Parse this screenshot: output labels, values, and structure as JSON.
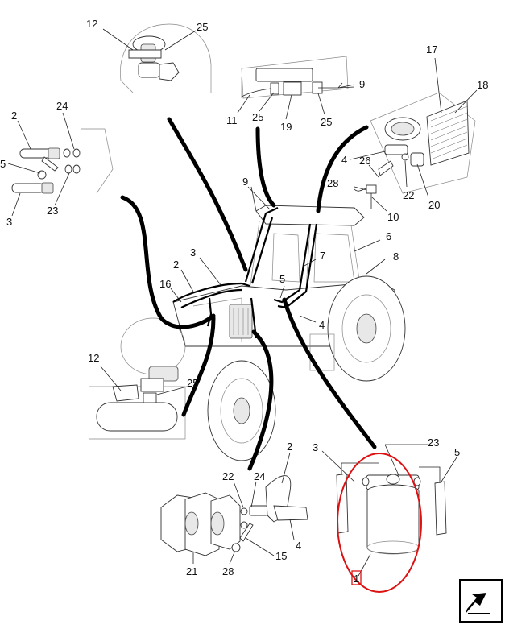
{
  "callouts": {
    "c12a": "12",
    "c25a": "25",
    "c9a": "9",
    "c11": "11",
    "c25b": "25",
    "c19": "19",
    "c25c": "25",
    "c17": "17",
    "c18": "18",
    "c2a": "2",
    "c24a": "24",
    "c5a": "5",
    "c3a": "3",
    "c23a": "23",
    "c4a": "4",
    "c26": "26",
    "c28a": "28",
    "c22a": "22",
    "c20": "20",
    "c10": "10",
    "c9b": "9",
    "c6": "6",
    "c7": "7",
    "c8": "8",
    "c3b": "3",
    "c2b": "2",
    "c16": "16",
    "c5b": "5",
    "c4b": "4",
    "c12b": "12",
    "c25d": "25",
    "c2c": "2",
    "c22b": "22",
    "c24b": "24",
    "c4c": "4",
    "c15": "15",
    "c21": "21",
    "c28b": "28",
    "c3c": "3",
    "c23b": "23",
    "c5c": "5",
    "c1": "1"
  },
  "highlight": {
    "color": "#dd1111",
    "target_part": "1"
  },
  "icons": {
    "nav": "next-page-arrow-icon"
  }
}
